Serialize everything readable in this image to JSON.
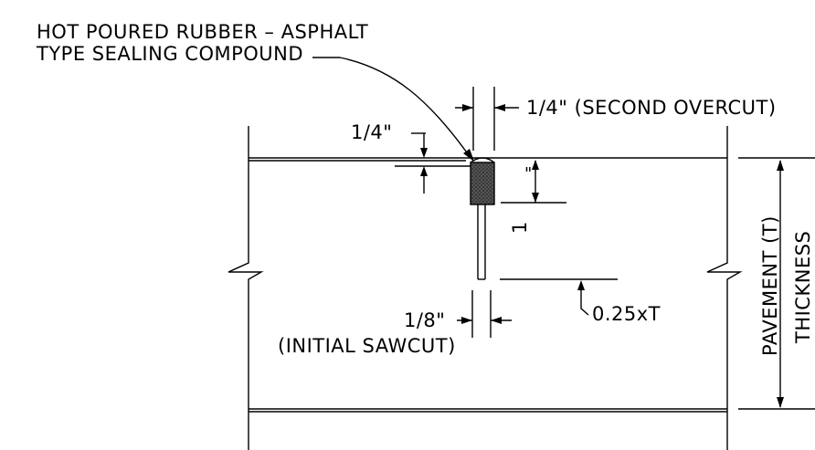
{
  "labels": {
    "compound_line1": "HOT POURED RUBBER – ASPHALT",
    "compound_line2": "TYPE SEALING COMPOUND",
    "second_overcut": "1/4\"  (SECOND OVERCUT)",
    "left_quarter": "1/4\"",
    "small_quote": "\"",
    "vertical_mark": "1",
    "depth": "0.25xT",
    "initial_width": "1/8\"",
    "initial_sawcut": "(INITIAL SAWCUT)",
    "thickness_line1": "PAVEMENT  (T)",
    "thickness_line2": "THICKNESS"
  },
  "colors": {
    "ink": "#000000",
    "sealant": "#3a3a3a",
    "paper": "#ffffff"
  }
}
